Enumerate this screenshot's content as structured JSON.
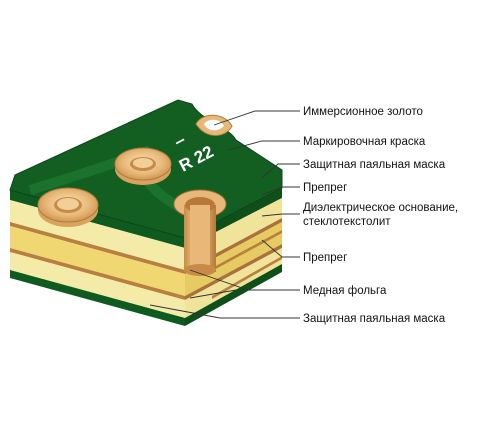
{
  "diagram": {
    "marking": "R 22",
    "polarity_mark": "–",
    "labels": [
      "Иммерсионное золото",
      "Маркировочная краска",
      "Защитная паяльная маска",
      "Препрег",
      "Диэлектрическое основание,",
      "стеклотекстолит",
      "Препрег",
      "Медная фольга",
      "Защитная паяльная маска"
    ]
  },
  "colors": {
    "mask_green": "#0f5a1e",
    "mask_green_light": "#1d7a2e",
    "prepreg": "#f5eba8",
    "core": "#f0d772",
    "copper": "#c38a45",
    "gold": "#e6b97a",
    "leader": "#333333"
  }
}
